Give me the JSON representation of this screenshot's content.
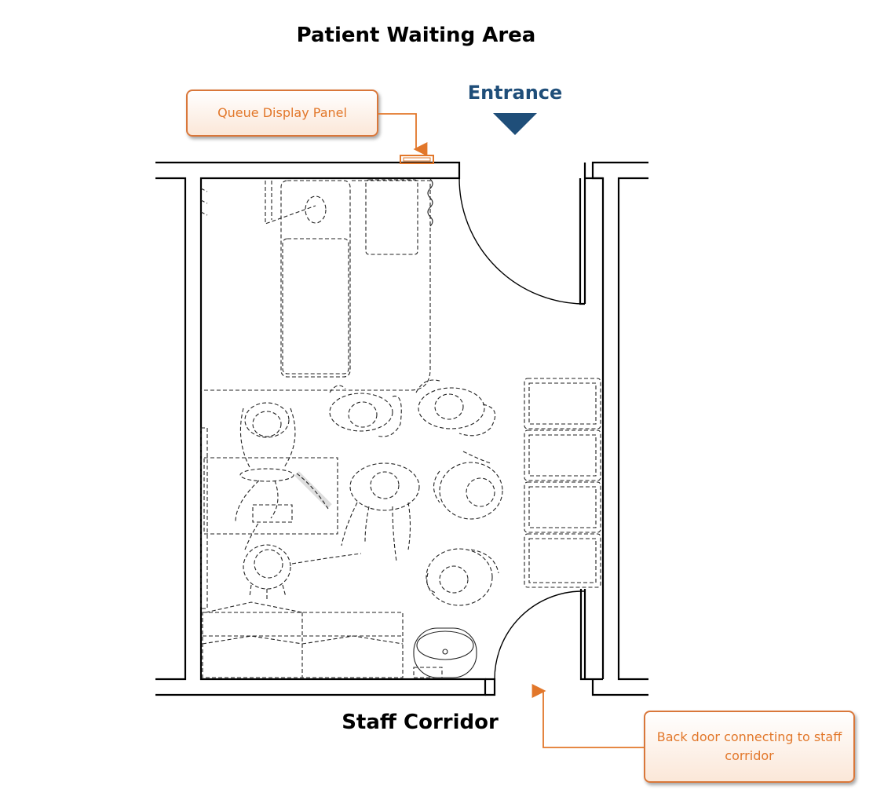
{
  "title": "Patient Waiting Area",
  "entrance_label": "Entrance",
  "bottom_label": "Staff Corridor",
  "callouts": {
    "queue_display": "Queue Display Panel",
    "back_door": "Back door connecting to staff corridor"
  },
  "colors": {
    "entrance": "#1f4e79",
    "callout_text": "#e2772a",
    "callout_border": "#d9773a",
    "walls": "#000000"
  }
}
